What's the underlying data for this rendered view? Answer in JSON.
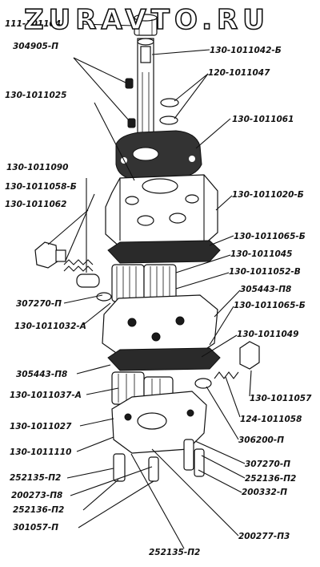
{
  "watermark": "ZURAVTO.RU",
  "labels": {
    "l01": "111-1011043",
    "l02": "304905-П",
    "l03": "130-1011042-Б",
    "l04": "120-1011047",
    "l05": "130-1011025",
    "l06": "130-1011061",
    "l07": "130-1011090",
    "l08": "130-1011058-Б",
    "l09": "130-1011062",
    "l10": "130-1011020-Б",
    "l11": "130-1011065-Б",
    "l12": "130-1011045",
    "l13": "130-1011052-В",
    "l14": "307270-П",
    "l15": "305443-П8",
    "l16": "130-1011032-А",
    "l17": "130-1011065-Б",
    "l18": "130-1011049",
    "l19": "305443-П8",
    "l20": "130-1011037-А",
    "l21": "130-1011057",
    "l22": "124-1011058",
    "l23": "130-1011027",
    "l24": "306200-П",
    "l25": "130-1011110",
    "l26": "307270-П",
    "l27": "252135-П2",
    "l28": "252136-П2",
    "l29": "200273-П8",
    "l30": "200332-П",
    "l31": "252136-П2",
    "l32": "301057-П",
    "l33": "200277-П3",
    "l34": "252135-П2"
  }
}
